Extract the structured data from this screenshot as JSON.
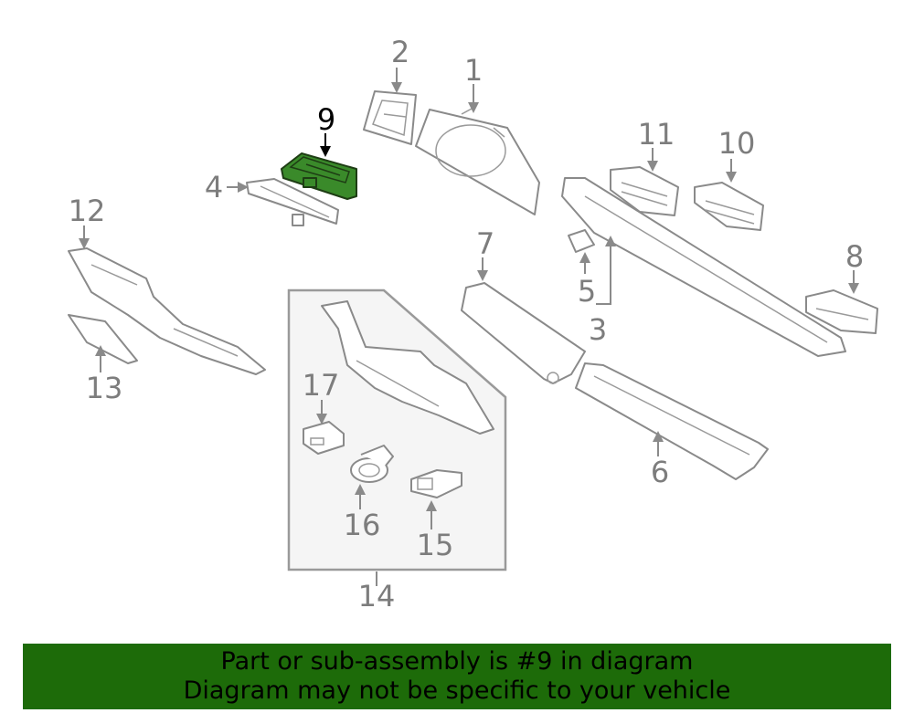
{
  "diagram": {
    "callouts": {
      "c1": "1",
      "c2": "2",
      "c3": "3",
      "c4": "4",
      "c5": "5",
      "c6": "6",
      "c7": "7",
      "c8": "8",
      "c9": "9",
      "c10": "10",
      "c11": "11",
      "c12": "12",
      "c13": "13",
      "c14": "14",
      "c15": "15",
      "c16": "16",
      "c17": "17"
    },
    "highlighted_part": "9",
    "colors": {
      "highlight": "#3a8a2a",
      "outline": "#8a8a8a",
      "footer": "#1d6b09"
    }
  },
  "footer": {
    "line1": "Part or sub-assembly is #9 in diagram",
    "line2": "Diagram may not be specific to your vehicle"
  }
}
